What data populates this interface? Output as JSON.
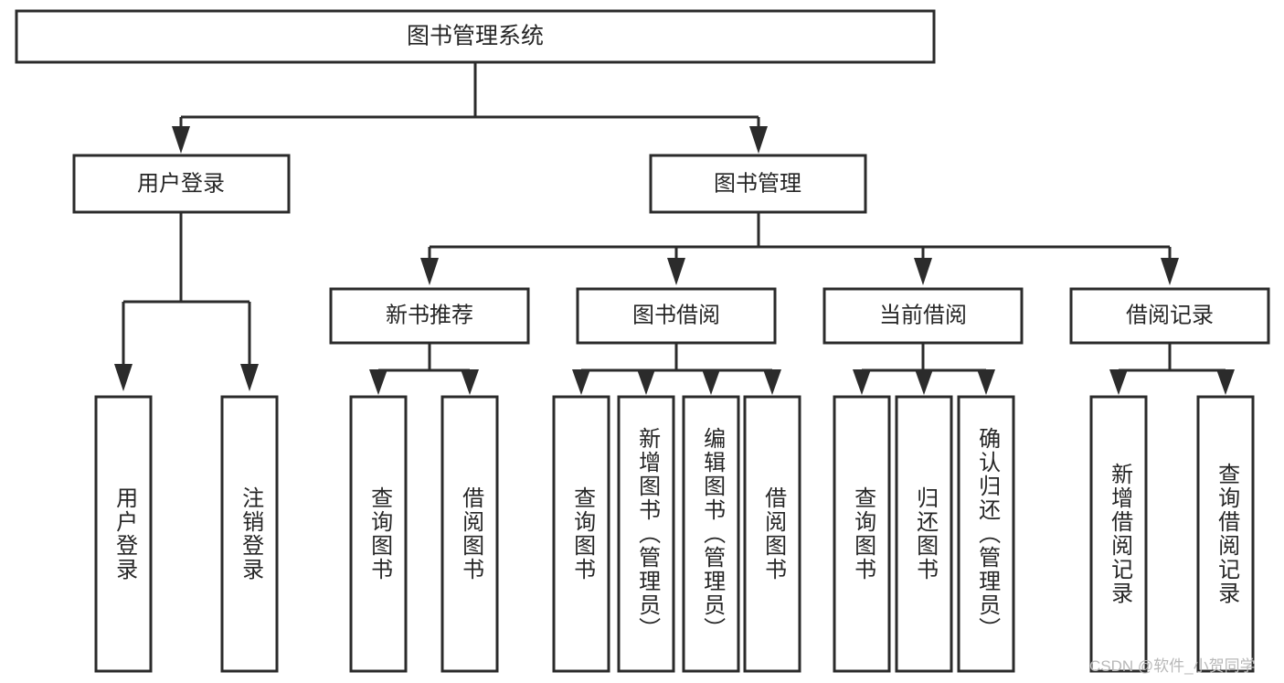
{
  "diagram": {
    "type": "tree-hierarchy",
    "title": "图书管理系统",
    "root": {
      "label": "图书管理系统"
    },
    "level2": [
      {
        "label": "用户登录"
      },
      {
        "label": "图书管理"
      }
    ],
    "level3": [
      {
        "label": "新书推荐"
      },
      {
        "label": "图书借阅"
      },
      {
        "label": "当前借阅"
      },
      {
        "label": "借阅记录"
      }
    ],
    "leaves": {
      "user_login": [
        {
          "label": "用户登录"
        },
        {
          "label": "注销登录"
        }
      ],
      "new_book_recommend": [
        {
          "label": "查询图书"
        },
        {
          "label": "借阅图书"
        }
      ],
      "book_borrow": [
        {
          "label": "查询图书"
        },
        {
          "label": "新增图书（管理员）"
        },
        {
          "label": "编辑图书（管理员）"
        },
        {
          "label": "借阅图书"
        }
      ],
      "current_borrow": [
        {
          "label": "查询图书"
        },
        {
          "label": "归还图书"
        },
        {
          "label": "确认归还（管理员）"
        }
      ],
      "borrow_record": [
        {
          "label": "新增借阅记录"
        },
        {
          "label": "查询借阅记录"
        }
      ]
    }
  },
  "watermark": {
    "text": "CSDN @软件_小贺同学"
  },
  "colors": {
    "stroke": "#2b2b2b",
    "fill": "#ffffff",
    "text": "#262626",
    "watermark": "#b8b8b8"
  }
}
